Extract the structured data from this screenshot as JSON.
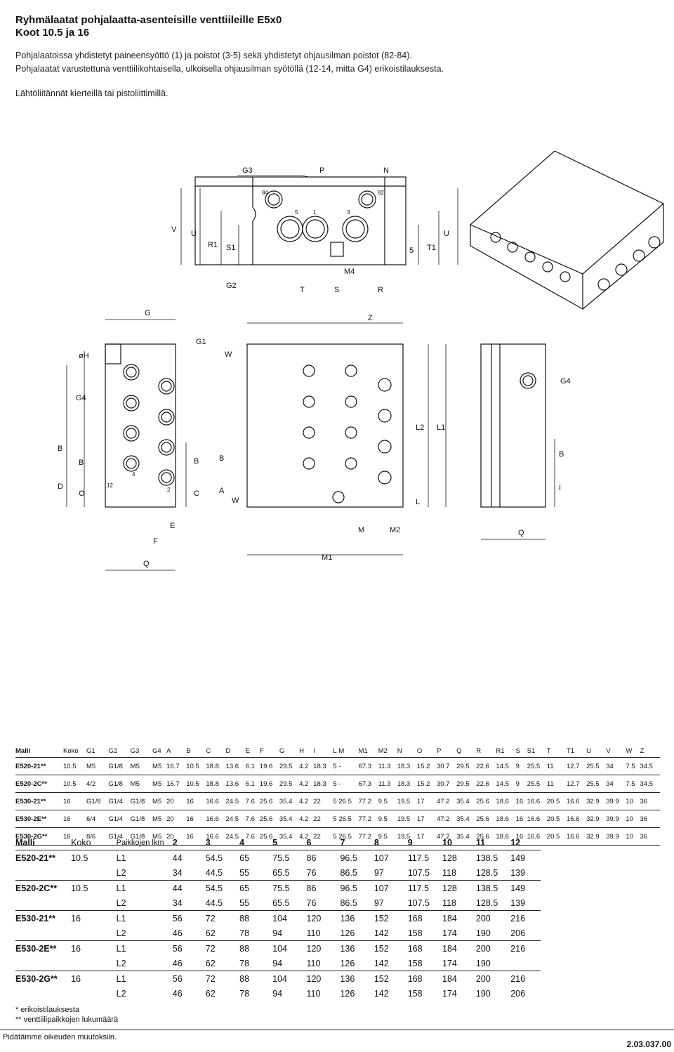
{
  "title_line1": "Ryhmälaatat pohjalaatta-asenteisille venttiileille E5x0",
  "title_line2": "Koot 10.5 ja 16",
  "intro": [
    "Pohjalaatoissa yhdistetyt paineensyöttö (1) ja poistot (3-5) sekä yhdistetyt ohjausilman poistot (82-84).",
    "Pohjalaatat varustettuna venttiilikohtaisella, ulkoisella ohjausilman syötöllä (12-14, mitta G4) erikoistilauksesta.",
    "Lähtöliitännät kierteillä tai pistoliittimillä."
  ],
  "drawing": {
    "labels_top": [
      "G3",
      "P",
      "N",
      "84",
      "82",
      "5",
      "1",
      "3",
      "V",
      "U",
      "R1",
      "S1",
      "5",
      "T1",
      "U",
      "M4",
      "G2",
      "T",
      "S",
      "R"
    ],
    "labels_side": [
      "G",
      "G1",
      "øH",
      "G4",
      "B",
      "D",
      "B",
      "O",
      "12",
      "4",
      "2",
      "B",
      "C",
      "E",
      "F",
      "Q"
    ],
    "labels_top_view": [
      "Z",
      "W",
      "B",
      "A",
      "W",
      "M",
      "M2",
      "M1"
    ],
    "labels_end": [
      "G4",
      "L2",
      "L1",
      "L",
      "B",
      "I",
      "Q"
    ]
  },
  "dim_table": {
    "headers": [
      "Malli",
      "Koko",
      "G1",
      "G2",
      "G3",
      "G4",
      "A",
      "B",
      "C",
      "D",
      "E",
      "F",
      "G",
      "H",
      "I",
      "L",
      "M",
      "M1",
      "M2",
      "N",
      "O",
      "P",
      "Q",
      "R",
      "R1",
      "S",
      "S1",
      "T",
      "T1",
      "U",
      "V",
      "W",
      "Z"
    ],
    "rows": [
      [
        "E520-21**",
        "10.5",
        "M5",
        "G1/8",
        "M5",
        "M5",
        "16.7",
        "10.5",
        "18.8",
        "13.6",
        "6.1",
        "19.6",
        "29.5",
        "4.2",
        "18.3",
        "5",
        "-",
        "67.3",
        "11.3",
        "18.3",
        "15.2",
        "30.7",
        "29.5",
        "22.6",
        "14.5",
        "9",
        "25.5",
        "11",
        "12.7",
        "25.5",
        "34",
        "7.5",
        "34.5"
      ],
      [
        "E520-2C**",
        "10.5",
        "4/2",
        "G1/8",
        "M5",
        "M5",
        "16.7",
        "10.5",
        "18.8",
        "13.6",
        "6.1",
        "19.6",
        "29.5",
        "4.2",
        "18.3",
        "5",
        "-",
        "67.3",
        "11.3",
        "18.3",
        "15.2",
        "30.7",
        "29.5",
        "22.6",
        "14.5",
        "9",
        "25.5",
        "11",
        "12.7",
        "25.5",
        "34",
        "7.5",
        "34.5"
      ],
      [
        "E530-21**",
        "16",
        "G1/8",
        "G1/4",
        "G1/8",
        "M5",
        "20",
        "16",
        "16.6",
        "24.5",
        "7.6",
        "25.6",
        "35.4",
        "4.2",
        "22",
        "5",
        "26.5",
        "77.2",
        "9.5",
        "19.5",
        "17",
        "47.2",
        "35.4",
        "25.6",
        "18.6",
        "16",
        "16.6",
        "20.5",
        "16.6",
        "32.9",
        "39.9",
        "10",
        "36"
      ],
      [
        "E530-2E**",
        "16",
        "6/4",
        "G1/4",
        "G1/8",
        "M5",
        "20",
        "16",
        "16.6",
        "24.5",
        "7.6",
        "25.6",
        "35.4",
        "4.2",
        "22",
        "5",
        "26.5",
        "77.2",
        "9.5",
        "19.5",
        "17",
        "47.2",
        "35.4",
        "25.6",
        "18.6",
        "16",
        "16.6",
        "20.5",
        "16.6",
        "32.9",
        "39.9",
        "10",
        "36"
      ],
      [
        "E530-2G**",
        "16",
        "8/6",
        "G1/4",
        "G1/8",
        "M5",
        "20",
        "16",
        "16.6",
        "24.5",
        "7.6",
        "25.6",
        "35.4",
        "4.2",
        "22",
        "5",
        "26.5",
        "77.2",
        "9.5",
        "19.5",
        "17",
        "47.2",
        "35.4",
        "25.6",
        "18.6",
        "16",
        "16.6",
        "20.5",
        "16.6",
        "32.9",
        "39.9",
        "10",
        "36"
      ]
    ]
  },
  "len_table": {
    "h_model": "Malli",
    "h_size": "Koko",
    "h_count": "Paikkojen lkm",
    "counts": [
      "2",
      "3",
      "4",
      "5",
      "6",
      "7",
      "8",
      "9",
      "10",
      "11",
      "12"
    ],
    "groups": [
      {
        "model": "E520-21**",
        "size": "10.5",
        "rows": [
          {
            "dim": "L1",
            "values": [
              "44",
              "54.5",
              "65",
              "75.5",
              "86",
              "96.5",
              "107",
              "117.5",
              "128",
              "138.5",
              "149"
            ]
          },
          {
            "dim": "L2",
            "values": [
              "34",
              "44.5",
              "55",
              "65.5",
              "76",
              "86.5",
              "97",
              "107.5",
              "118",
              "128.5",
              "139"
            ]
          }
        ]
      },
      {
        "model": "E520-2C**",
        "size": "10.5",
        "rows": [
          {
            "dim": "L1",
            "values": [
              "44",
              "54.5",
              "65",
              "75.5",
              "86",
              "96.5",
              "107",
              "117.5",
              "128",
              "138.5",
              "149"
            ]
          },
          {
            "dim": "L2",
            "values": [
              "34",
              "44.5",
              "55",
              "65.5",
              "76",
              "86.5",
              "97",
              "107.5",
              "118",
              "128.5",
              "139"
            ]
          }
        ]
      },
      {
        "model": "E530-21**",
        "size": "16",
        "rows": [
          {
            "dim": "L1",
            "values": [
              "56",
              "72",
              "88",
              "104",
              "120",
              "136",
              "152",
              "168",
              "184",
              "200",
              "216"
            ]
          },
          {
            "dim": "L2",
            "values": [
              "46",
              "62",
              "78",
              "94",
              "110",
              "126",
              "142",
              "158",
              "174",
              "190",
              "206"
            ]
          }
        ]
      },
      {
        "model": "E530-2E**",
        "size": "16",
        "rows": [
          {
            "dim": "L1",
            "values": [
              "56",
              "72",
              "88",
              "104",
              "120",
              "136",
              "152",
              "168",
              "184",
              "200",
              "216"
            ]
          },
          {
            "dim": "L2",
            "values": [
              "46",
              "62",
              "78",
              "94",
              "110",
              "126",
              "142",
              "158",
              "174",
              "190",
              ""
            ]
          }
        ]
      },
      {
        "model": "E530-2G**",
        "size": "16",
        "rows": [
          {
            "dim": "L1",
            "values": [
              "56",
              "72",
              "88",
              "104",
              "120",
              "136",
              "152",
              "168",
              "184",
              "200",
              "216"
            ]
          },
          {
            "dim": "L2",
            "values": [
              "46",
              "62",
              "78",
              "94",
              "110",
              "126",
              "142",
              "158",
              "174",
              "190",
              "206"
            ]
          }
        ]
      }
    ]
  },
  "footnotes": [
    "* erikoistilauksesta",
    "** venttiilipaikkojen lukumäärä"
  ],
  "footer_left": "Pidätämme oikeuden muutoksiin.",
  "footer_right": "2.03.037.00"
}
